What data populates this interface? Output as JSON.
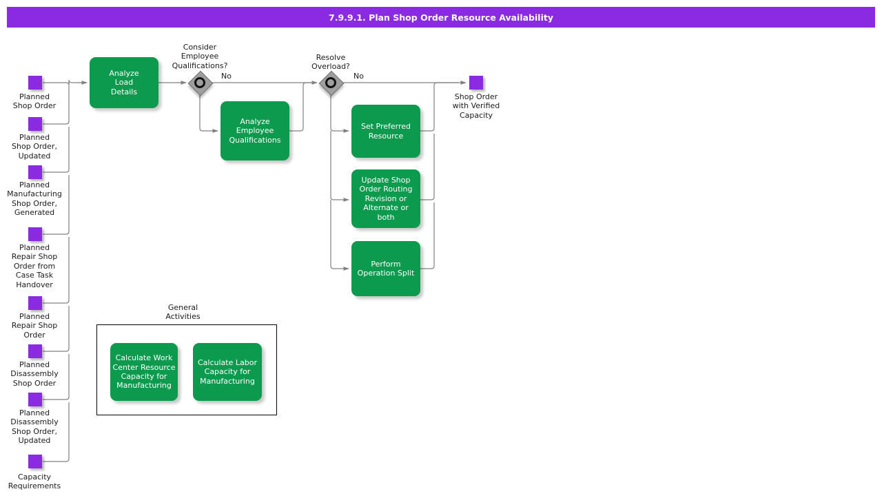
{
  "header": {
    "title": "7.9.9.1. Plan Shop Order Resource Availability",
    "bar_color": "#8A2BE2"
  },
  "colors": {
    "activity_green": "#0C9A4E",
    "data_purple": "#8A2BE2",
    "gateway_gray": "#9E9E9E",
    "line_gray": "#808080",
    "text_dark": "#1A1A1A"
  },
  "inputs": [
    {
      "name": "planned-shop-order",
      "label": "Planned\nShop Order"
    },
    {
      "name": "planned-shop-order-updated",
      "label": "Planned\nShop Order,\nUpdated"
    },
    {
      "name": "planned-manufacturing-shop-order-generated",
      "label": "Planned\nManufacturing\nShop Order,\nGenerated"
    },
    {
      "name": "planned-repair-shop-order-from-case-task-handover",
      "label": "Planned\nRepair Shop\nOrder from\nCase Task\nHandover"
    },
    {
      "name": "planned-repair-shop-order",
      "label": "Planned\nRepair Shop\nOrder"
    },
    {
      "name": "planned-disassembly-shop-order",
      "label": "Planned\nDisassembly\nShop Order"
    },
    {
      "name": "planned-disassembly-shop-order-updated",
      "label": "Planned\nDisassembly\nShop Order,\nUpdated"
    },
    {
      "name": "capacity-requirements",
      "label": "Capacity\nRequirements"
    }
  ],
  "output": {
    "name": "shop-order-with-verified-capacity",
    "label": "Shop Order\nwith Verified\nCapacity"
  },
  "activities": {
    "analyze_load_details": "Analyze\nLoad\nDetails",
    "analyze_employee_qualifications": "Analyze\nEmployee\nQualifications",
    "set_preferred_resource": "Set Preferred\nResource",
    "update_shop_order_routing": "Update Shop\nOrder Routing\nRevision or\nAlternate or\nboth",
    "perform_operation_split": "Perform\nOperation Split"
  },
  "gateways": [
    {
      "name": "consider-employee-qualifications",
      "label": "Consider\nEmployee\nQualifications?",
      "edge_label": "No"
    },
    {
      "name": "resolve-overload",
      "label": "Resolve\nOverload?",
      "edge_label": "No"
    }
  ],
  "general_activities": {
    "title": "General\nActivities",
    "items": [
      {
        "name": "calculate-work-center-resource-capacity-for-manufacturing",
        "label": "Calculate Work\nCenter Resource\nCapacity for\nManufacturing"
      },
      {
        "name": "calculate-labor-capacity-for-manufacturing",
        "label": "Calculate Labor\nCapacity for\nManufacturing"
      }
    ]
  }
}
